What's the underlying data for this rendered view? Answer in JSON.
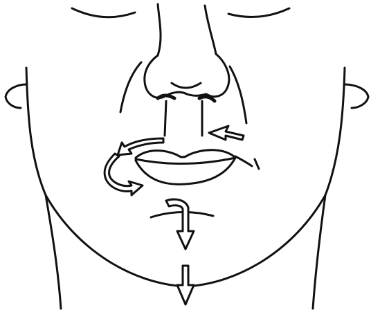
{
  "figure": {
    "subject": "face-lower-half",
    "ink_color": "#111111",
    "background_color": "#ffffff",
    "arrow_fill": "#ffffff",
    "text": []
  },
  "arrows": [
    {
      "id": "upper-lip-right",
      "direction": "left"
    },
    {
      "id": "upper-lip-left",
      "direction": "down-left-curve"
    },
    {
      "id": "lower-lip-left",
      "direction": "down-right"
    },
    {
      "id": "below-lip",
      "direction": "down"
    },
    {
      "id": "chin",
      "direction": "down"
    }
  ]
}
